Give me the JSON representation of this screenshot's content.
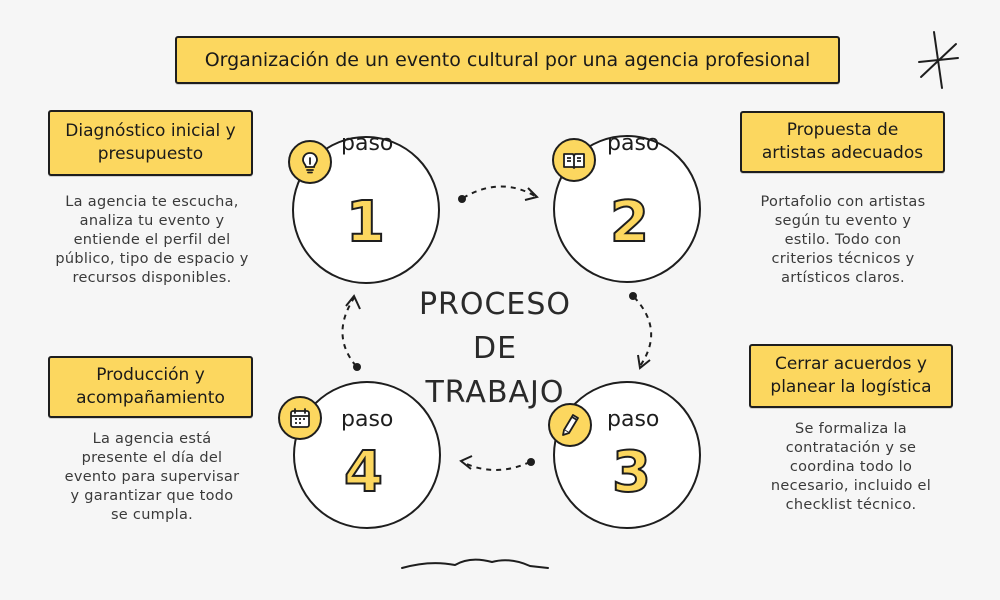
{
  "title": "Organización de un evento cultural por una agencia profesional",
  "center": {
    "line1": "PROCESO DE",
    "line2": "TRABAJO"
  },
  "steps": [
    {
      "paso": "paso",
      "number": "1",
      "icon": "lightbulb-icon",
      "heading": [
        "Diagnóstico inicial y",
        "presupuesto"
      ],
      "description": [
        "La agencia te escucha,",
        "analiza tu evento y",
        "entiende el perfil del",
        "público, tipo de espacio y",
        "recursos disponibles."
      ]
    },
    {
      "paso": "paso",
      "number": "2",
      "icon": "book-icon",
      "heading": [
        "Propuesta de",
        "artistas adecuados"
      ],
      "description": [
        "Portafolio con artistas",
        "según tu evento y",
        "estilo. Todo con",
        "criterios técnicos y",
        "artísticos claros."
      ]
    },
    {
      "paso": "paso",
      "number": "3",
      "icon": "pencil-icon",
      "heading": [
        "Cerrar acuerdos y",
        "planear la logística"
      ],
      "description": [
        "Se formaliza la",
        "contratación y se",
        "coordina todo lo",
        "necesario, incluido el",
        "checklist técnico."
      ]
    },
    {
      "paso": "paso",
      "number": "4",
      "icon": "calendar-icon",
      "heading": [
        "Producción y",
        "acompañamiento"
      ],
      "description": [
        "La agencia está",
        "presente el día del",
        "evento para supervisar",
        "y garantizar que todo",
        "se cumpla."
      ]
    }
  ],
  "colors": {
    "accent": "#fcd75f",
    "ink": "#1e1e1e",
    "background": "#f6f6f6"
  }
}
